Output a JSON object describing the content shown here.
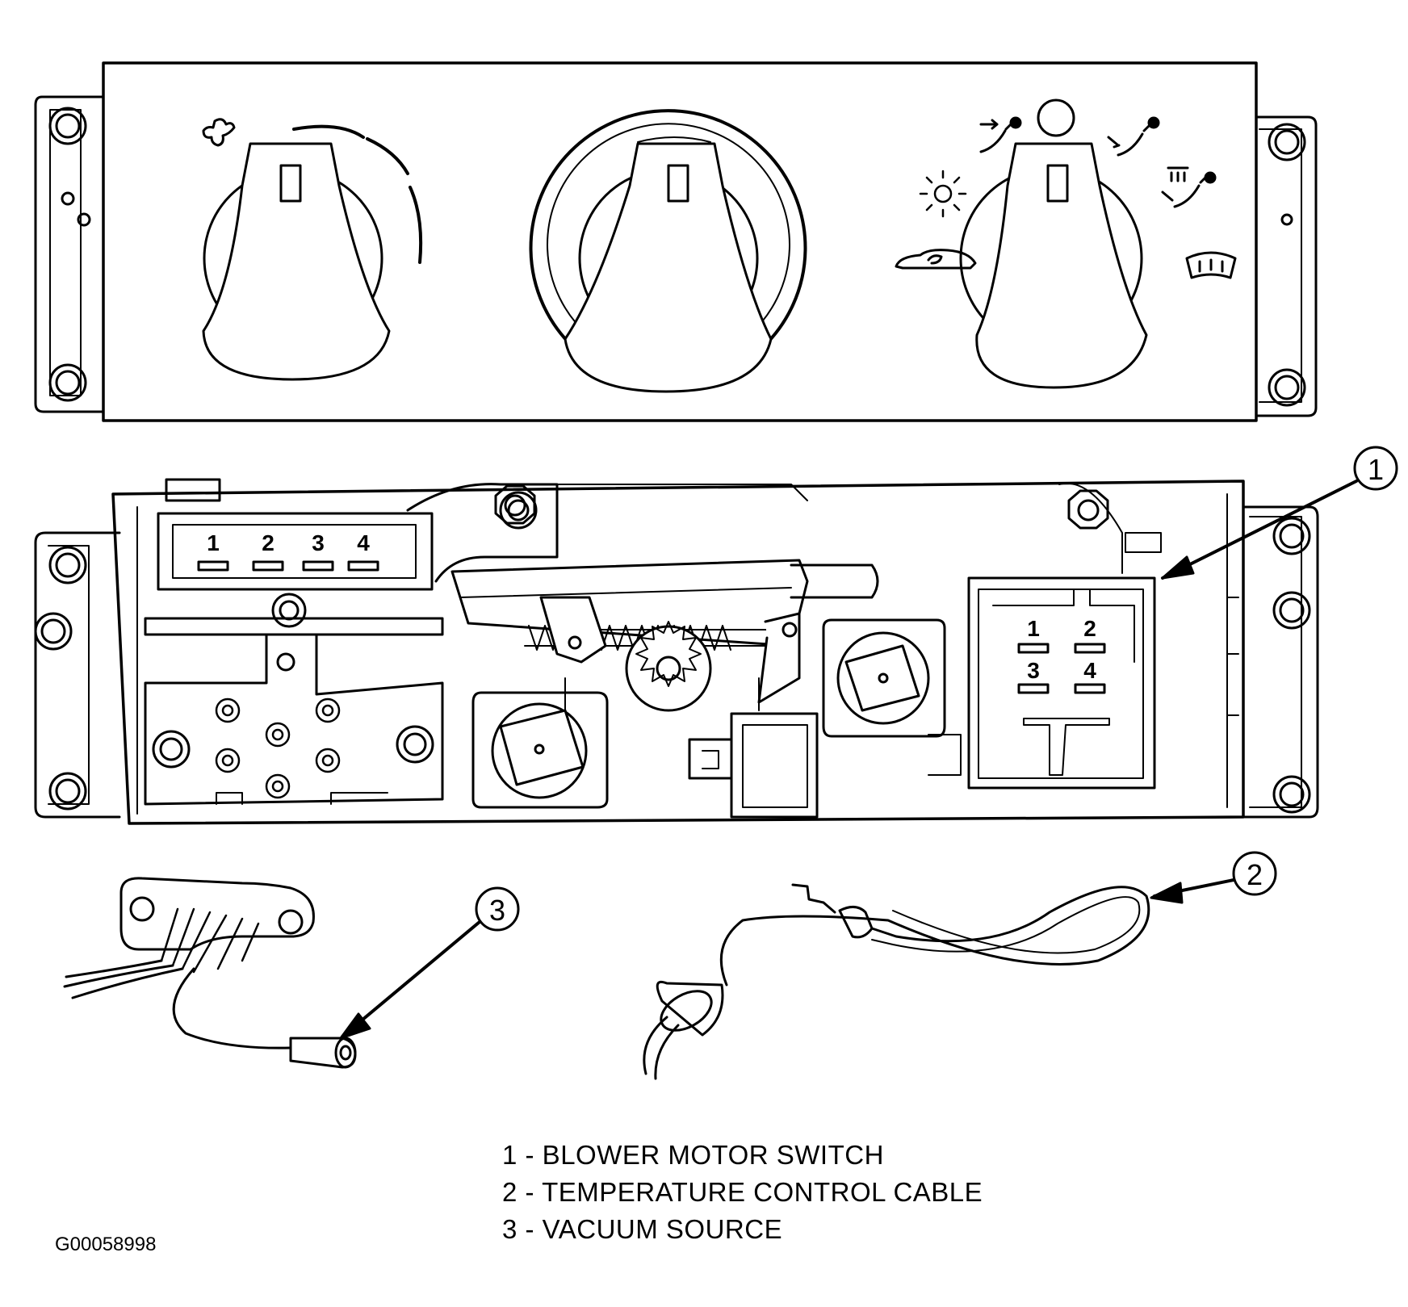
{
  "figure_id": "G00058998",
  "legend": [
    "1 - BLOWER MOTOR SWITCH",
    "2 - TEMPERATURE CONTROL CABLE",
    "3 - VACUUM SOURCE"
  ],
  "callouts": [
    "1",
    "2",
    "3"
  ],
  "connector_left_pins": [
    "1",
    "2",
    "3",
    "4"
  ],
  "switch_pins": [
    "1",
    "2",
    "3",
    "4"
  ]
}
